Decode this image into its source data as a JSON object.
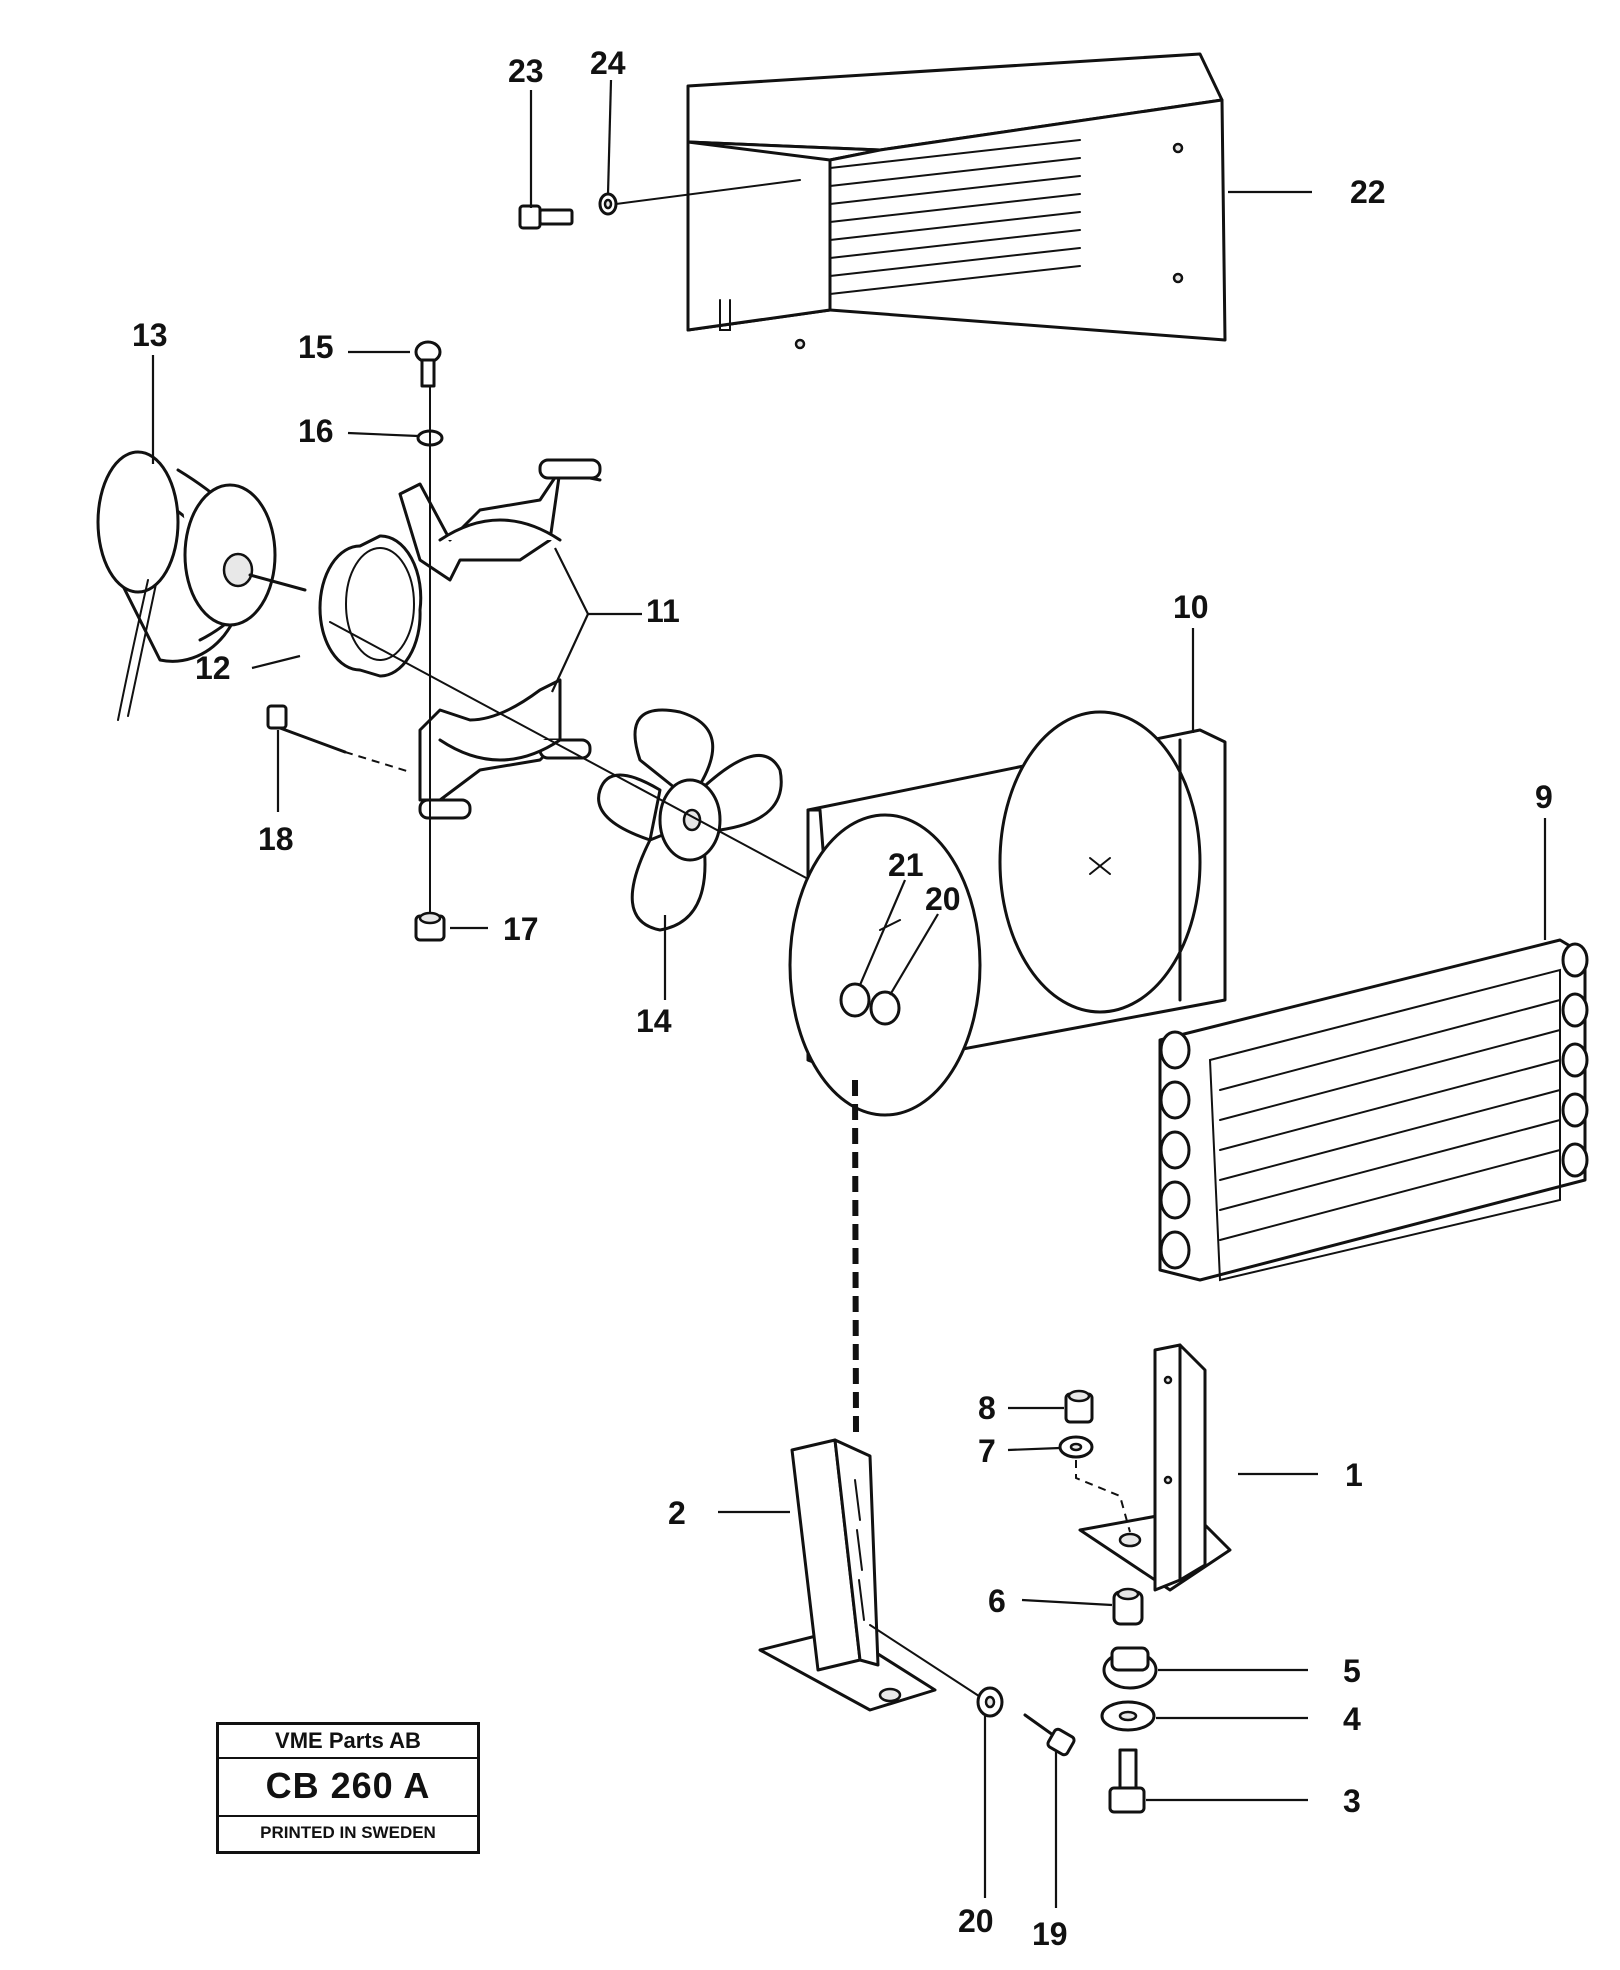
{
  "callouts": [
    {
      "id": "c23",
      "label": "23"
    },
    {
      "id": "c24",
      "label": "24"
    },
    {
      "id": "c22",
      "label": "22"
    },
    {
      "id": "c13",
      "label": "13"
    },
    {
      "id": "c15",
      "label": "15"
    },
    {
      "id": "c16",
      "label": "16"
    },
    {
      "id": "c11",
      "label": "11"
    },
    {
      "id": "c12",
      "label": "12"
    },
    {
      "id": "c10",
      "label": "10"
    },
    {
      "id": "c9",
      "label": "9"
    },
    {
      "id": "c18",
      "label": "18"
    },
    {
      "id": "c21",
      "label": "21"
    },
    {
      "id": "c20a",
      "label": "20"
    },
    {
      "id": "c17",
      "label": "17"
    },
    {
      "id": "c14",
      "label": "14"
    },
    {
      "id": "c8",
      "label": "8"
    },
    {
      "id": "c7",
      "label": "7"
    },
    {
      "id": "c1",
      "label": "1"
    },
    {
      "id": "c2",
      "label": "2"
    },
    {
      "id": "c6",
      "label": "6"
    },
    {
      "id": "c5",
      "label": "5"
    },
    {
      "id": "c4",
      "label": "4"
    },
    {
      "id": "c3",
      "label": "3"
    },
    {
      "id": "c20b",
      "label": "20"
    },
    {
      "id": "c19",
      "label": "19"
    }
  ],
  "title_block": {
    "company": "VME Parts AB",
    "code": "CB 260  A",
    "printed": "PRINTED IN SWEDEN"
  }
}
